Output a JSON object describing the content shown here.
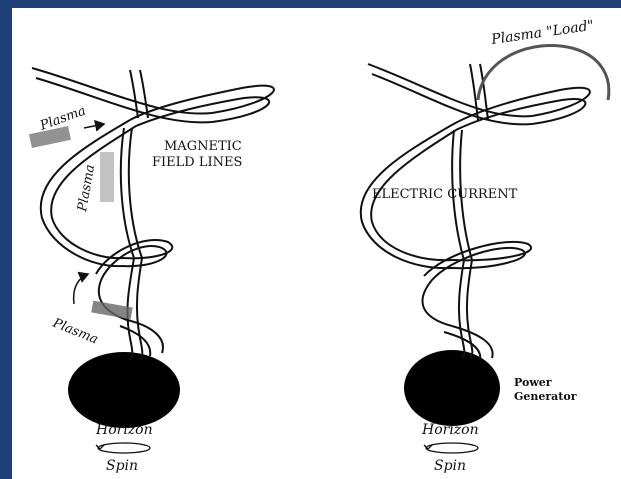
{
  "left_panel": {
    "field_label_line1": "MAGNETIC",
    "field_label_line2": "FIELD LINES",
    "plasma_labels": [
      "Plasma",
      "Plasma",
      "Plasma"
    ],
    "horizon_label": "Horizon",
    "spin_label": "Spin"
  },
  "right_panel": {
    "current_label": "ELECTRIC CURRENT",
    "load_label": "Plasma \"Load\"",
    "generator_line1": "Power",
    "generator_line2": "Generator",
    "horizon_label": "Horizon",
    "spin_label": "Spin"
  },
  "colors": {
    "frame": "#1f3f77",
    "ink": "#111111",
    "paper": "#ffffff"
  }
}
